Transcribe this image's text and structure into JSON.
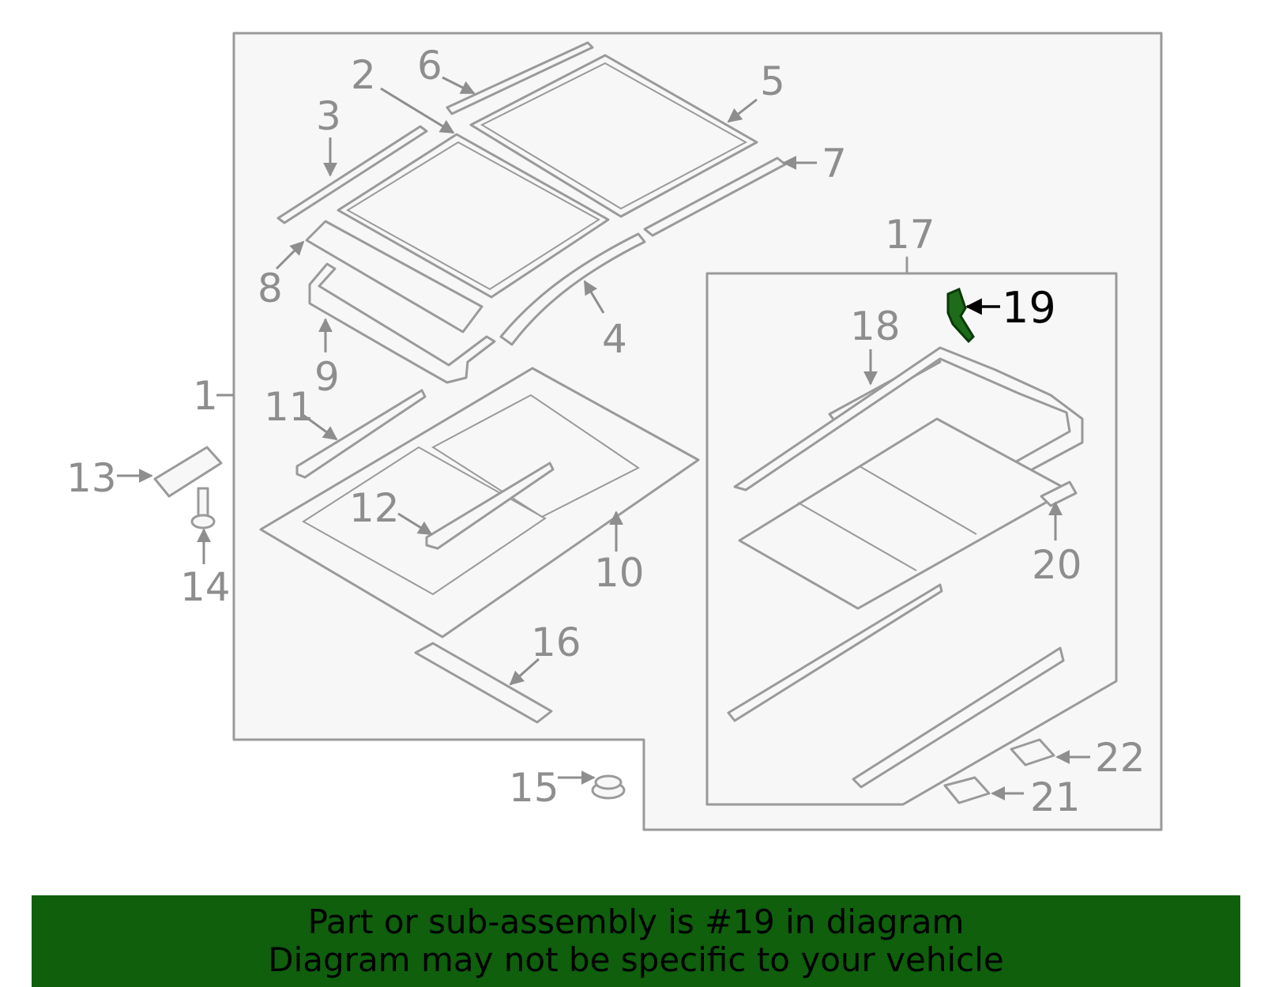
{
  "callouts": [
    "1",
    "2",
    "3",
    "4",
    "5",
    "6",
    "7",
    "8",
    "9",
    "10",
    "11",
    "12",
    "13",
    "14",
    "15",
    "16",
    "17",
    "18",
    "19",
    "20",
    "21",
    "22"
  ],
  "highlight": {
    "label": "19",
    "color": "#1e6b1a"
  },
  "colors": {
    "line": "#9a9a9a",
    "panel_fill": "#f7f7f7",
    "banner": "#0f5f0d"
  },
  "footer": {
    "line1": "Part or sub-assembly is #19 in diagram",
    "line2": "Diagram may not be specific to your vehicle"
  }
}
